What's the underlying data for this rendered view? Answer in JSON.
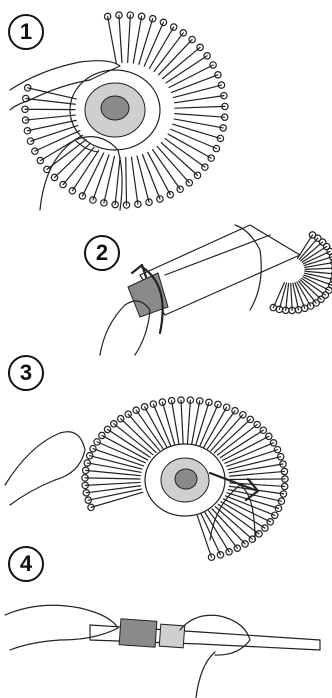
{
  "steps": [
    {
      "number": "1",
      "icon": "disc-removal-illustration"
    },
    {
      "number": "2",
      "icon": "twist-unlock-illustration"
    },
    {
      "number": "3",
      "icon": "pull-out-illustration"
    },
    {
      "number": "4",
      "icon": "shaft-cleaning-illustration"
    }
  ],
  "colors": {
    "ink": "#222222",
    "shade": "#8a8a8a",
    "arrow": "#111111"
  }
}
